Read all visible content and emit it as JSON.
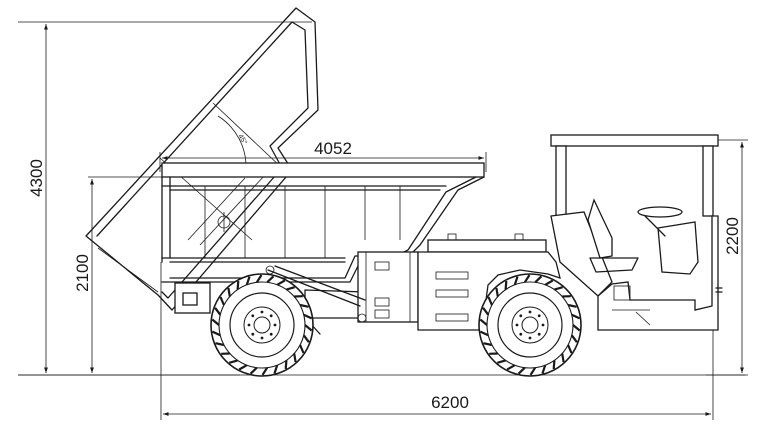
{
  "dimensions": {
    "total_height_raised": "4300",
    "body_height": "2100",
    "bed_length": "4052",
    "cab_height": "2200",
    "overall_length": "6200",
    "dump_angle": "45°"
  }
}
